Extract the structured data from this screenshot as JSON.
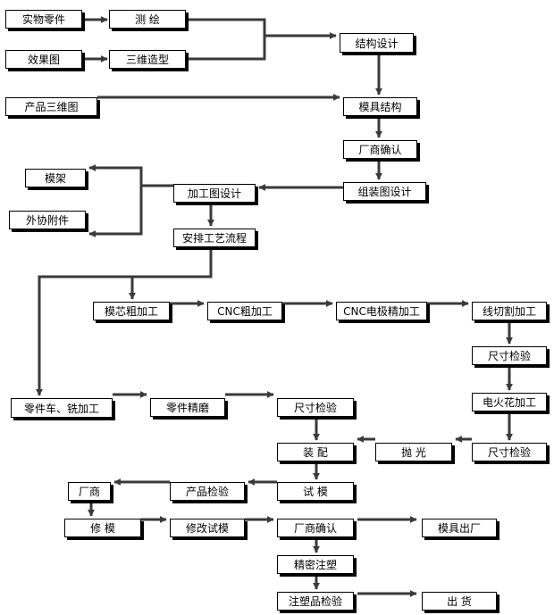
{
  "flowchart": {
    "line_color": "#3a3a3a",
    "nodes": {
      "physical_part": "实物零件",
      "surveying": "测 绘",
      "effect_drawing": "效果图",
      "modeling_3d": "三维造型",
      "structure_design": "结构设计",
      "product_3d": "产品三维图",
      "mold_structure": "模具结构",
      "factory_confirm_1": "厂商确认",
      "mold_base": "模架",
      "machining_drawing": "加工图设计",
      "assembly_drawing": "组装图设计",
      "outsourced_parts": "外协附件",
      "process_flow": "安排工艺流程",
      "core_rough": "模芯粗加工",
      "cnc_rough": "CNC粗加工",
      "cnc_electrode": "CNC电极精加工",
      "wire_cut": "线切割加工",
      "size_check_1": "尺寸检验",
      "part_turning": "零件车、铣加工",
      "part_grinding": "零件精磨",
      "size_check_2": "尺寸检验",
      "edm": "电火花加工",
      "assembly": "装 配",
      "polishing": "抛 光",
      "size_check_3": "尺寸检验",
      "factory": "厂商",
      "product_check": "产品检验",
      "trial_mold": "试 模",
      "repair_mold": "修 模",
      "modify_trial": "修改试模",
      "factory_confirm_2": "厂商确认",
      "mold_delivery": "模具出厂",
      "precision_molding": "精密注塑",
      "molded_check": "注塑品检验",
      "shipment": "出 货"
    }
  }
}
